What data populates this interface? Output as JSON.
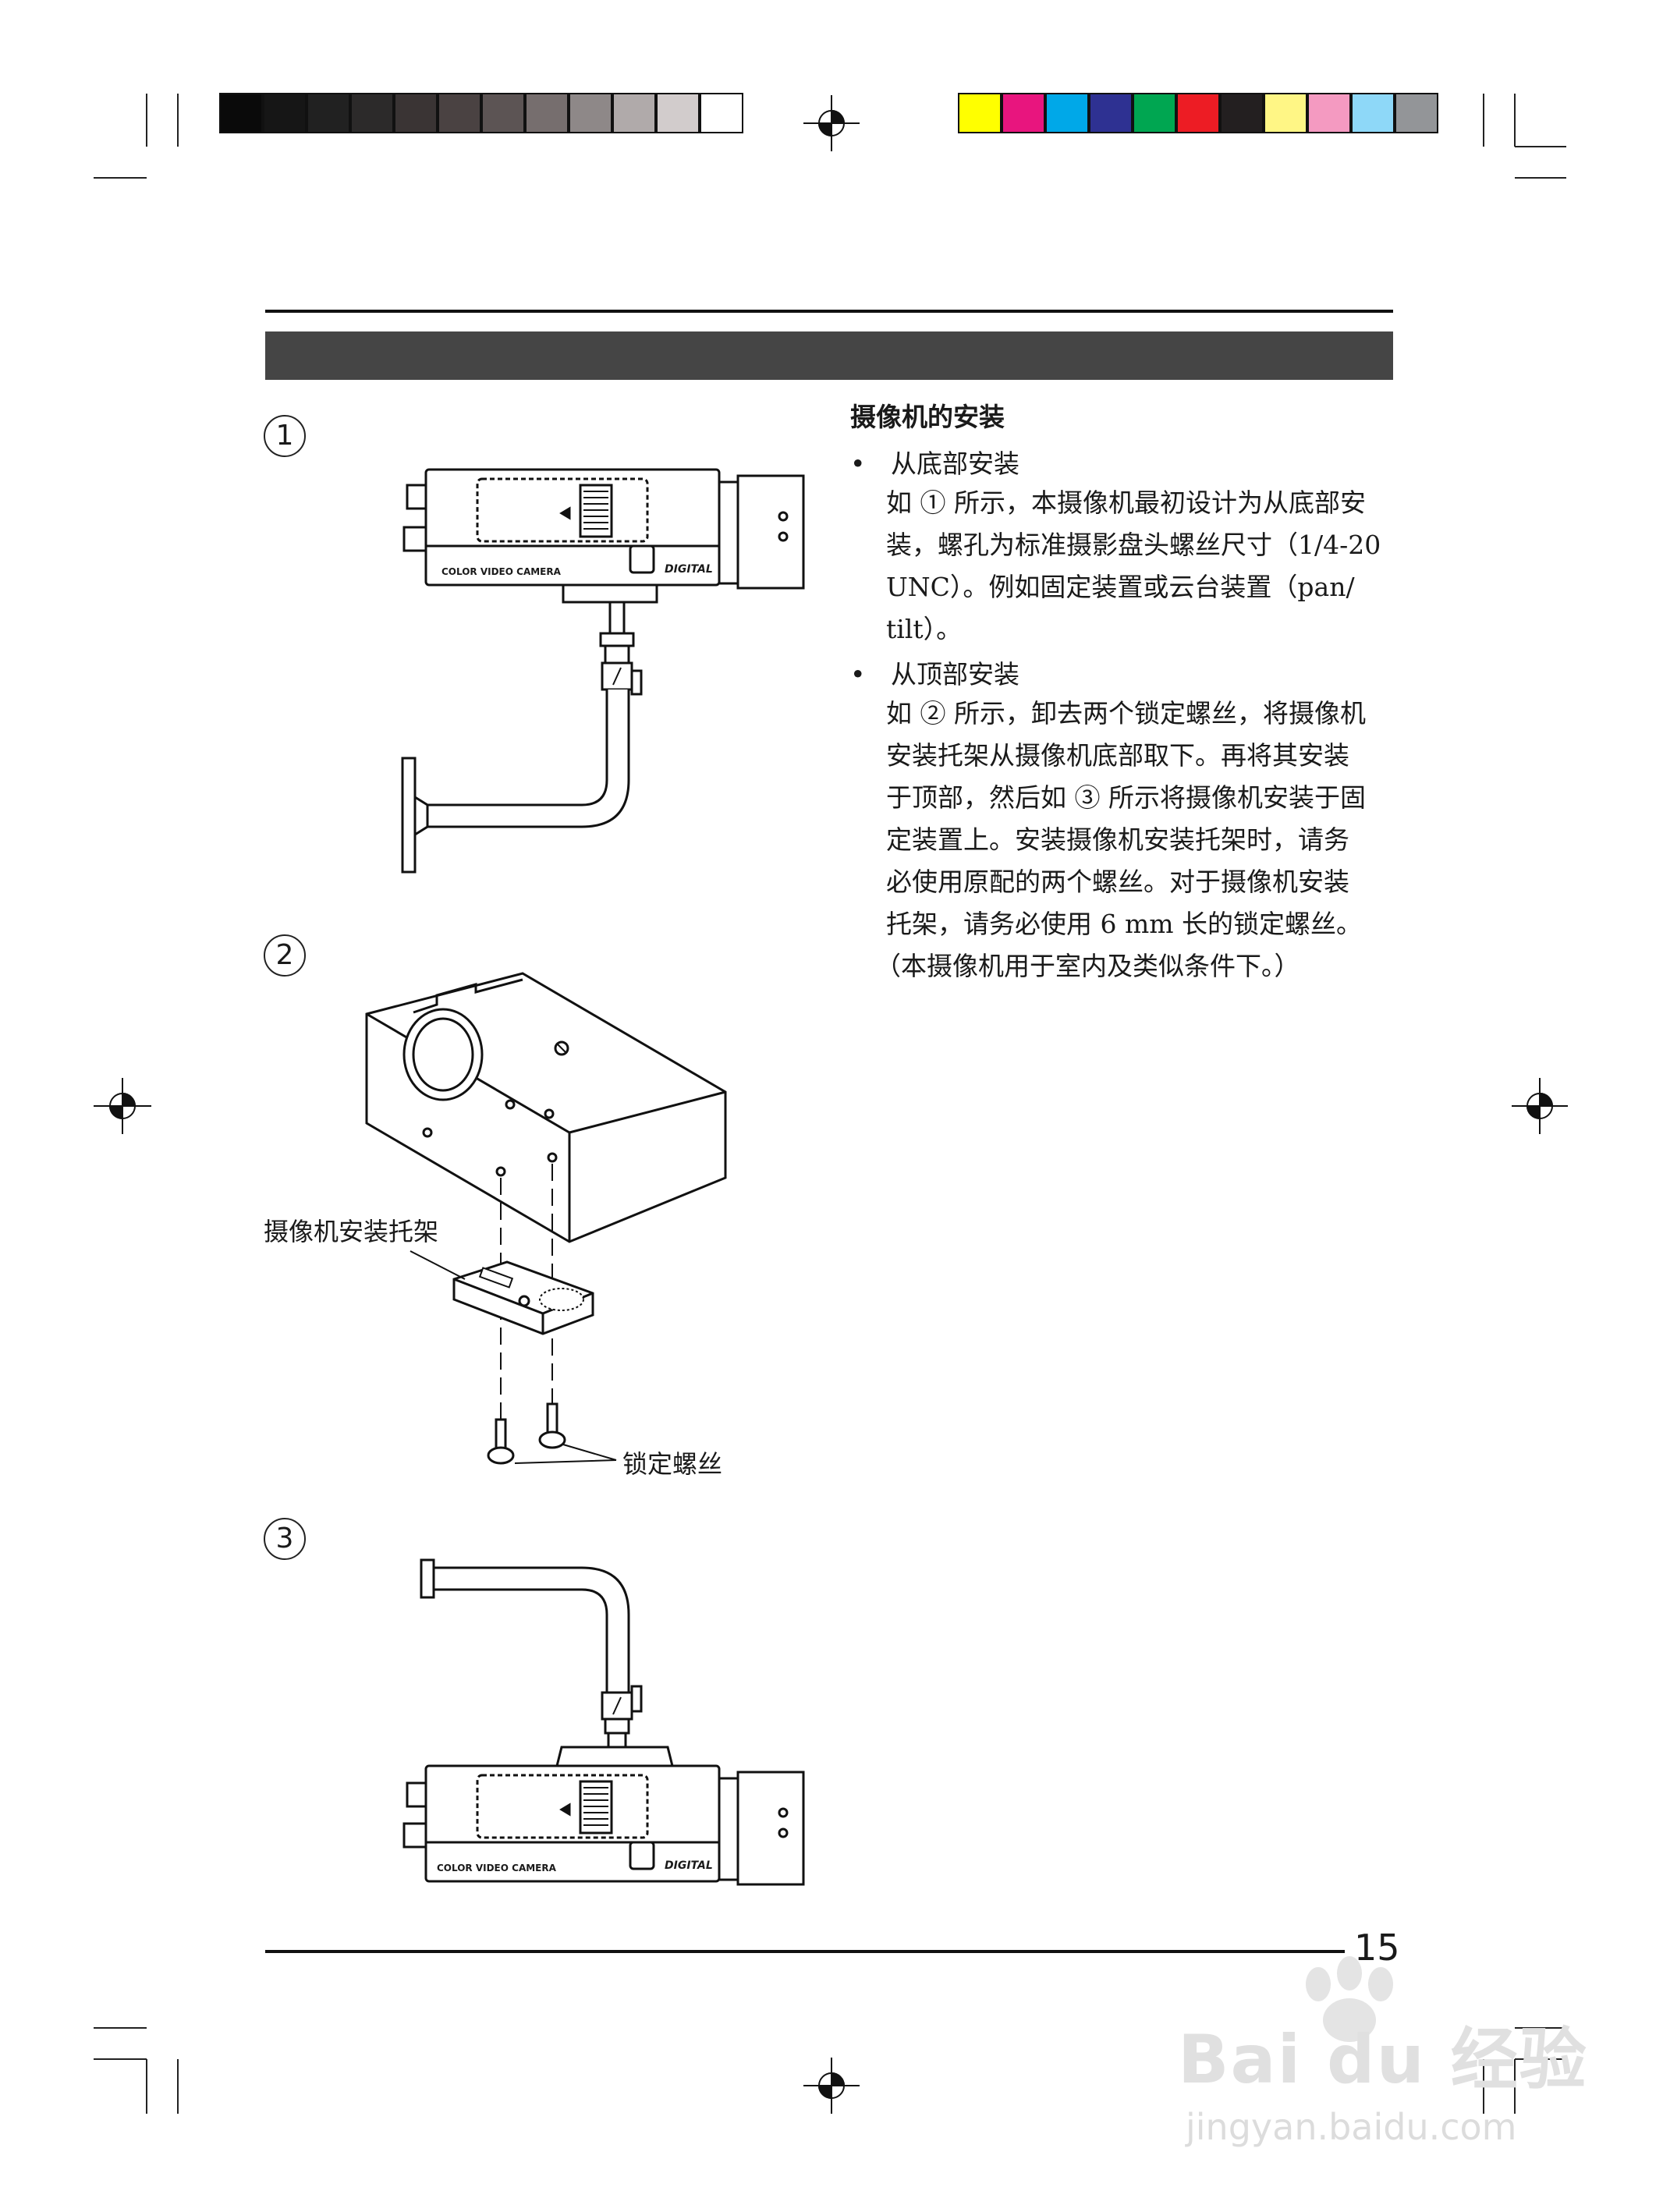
{
  "heading": "摄像机的安装",
  "sections": [
    {
      "bullet": "从底部安装",
      "lines": [
        "如 ① 所示，本摄像机最初设计为从底部安",
        "装，螺孔为标准摄影盘头螺丝尺寸（1/4-20",
        "UNC）。例如固定装置或云台装置（pan/",
        "tilt）。"
      ]
    },
    {
      "bullet": "从顶部安装",
      "lines": [
        "如 ② 所示，卸去两个锁定螺丝，将摄像机",
        "安装托架从摄像机底部取下。再将其安装",
        "于顶部，然后如 ③ 所示将摄像机安装于固",
        "定装置上。安装摄像机安装托架时，请务",
        "必使用原配的两个螺丝。对于摄像机安装",
        "托架，请务必使用 6 mm 长的锁定螺丝。",
        "（本摄像机用于室内及类似条件下。）"
      ]
    }
  ],
  "figures": {
    "fig1_number": "1",
    "fig2_number": "2",
    "fig3_number": "3",
    "bracket_label": "摄像机安装托架",
    "screw_label": "锁定螺丝",
    "camera_label": "COLOR VIDEO CAMERA",
    "brand_label": "DIGITAL"
  },
  "page_number": "15",
  "watermark": {
    "logo": "Bai du 经验",
    "url": "jingyan.baidu.com"
  },
  "colors": {
    "grayscale_bar": [
      "#0a0a0a",
      "#161616",
      "#212121",
      "#2c2a2a",
      "#3a3434",
      "#4a4242",
      "#5c5454",
      "#766e6e",
      "#8e8888",
      "#b0aaaa",
      "#d2cccc",
      "#ffffff"
    ],
    "color_bar": [
      "#ffff00",
      "#e8157e",
      "#00a8e8",
      "#2e3192",
      "#00a651",
      "#ed1c24",
      "#231f20",
      "#fff685",
      "#f49ac1",
      "#8ed8f8",
      "#939598"
    ]
  }
}
